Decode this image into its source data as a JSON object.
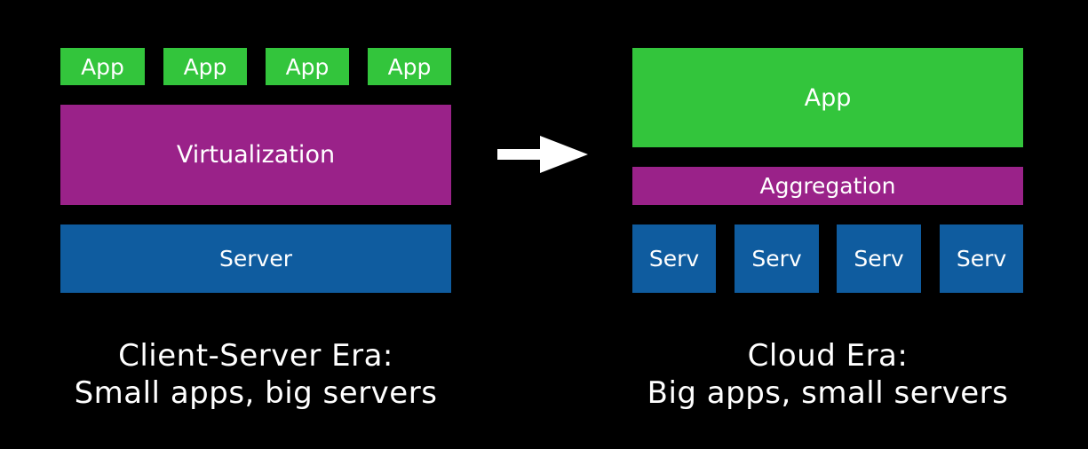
{
  "left": {
    "apps": [
      "App",
      "App",
      "App",
      "App"
    ],
    "virtualization_label": "Virtualization",
    "server_label": "Server",
    "caption_line1": "Client-Server Era:",
    "caption_line2": "Small apps, big servers"
  },
  "right": {
    "app_label": "App",
    "aggregation_label": "Aggregation",
    "servers": [
      "Serv",
      "Serv",
      "Serv",
      "Serv"
    ],
    "caption_line1": "Cloud Era:",
    "caption_line2": "Big apps, small servers"
  },
  "colors": {
    "background": "#000000",
    "app_green": "#33c53c",
    "layer_purple": "#9a2289",
    "server_blue": "#0f5c9f",
    "text": "#ffffff"
  },
  "arrow_icon": "right-arrow-icon"
}
